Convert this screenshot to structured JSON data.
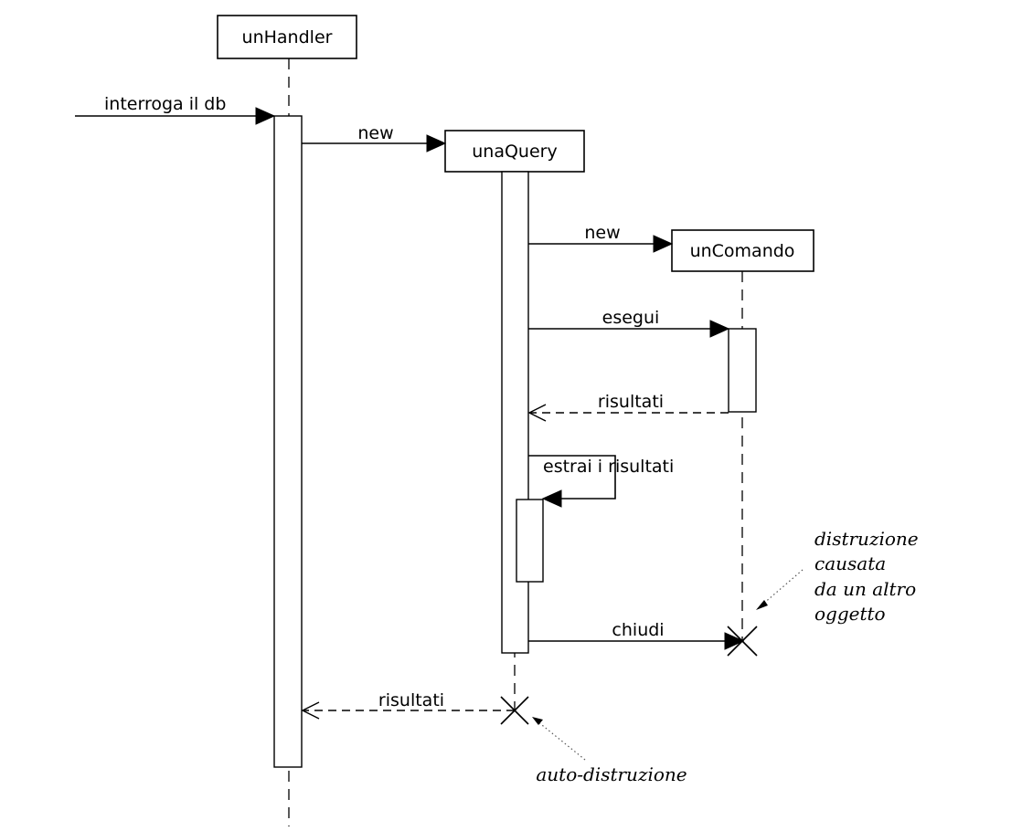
{
  "objects": {
    "handler": "unHandler",
    "query": "unaQuery",
    "command": "unComando"
  },
  "messages": {
    "interroga": "interroga il  db",
    "new_query": "new",
    "new_command": "new",
    "esegui": "esegui",
    "risultati_command": "risultati",
    "estrai": "estrai i risultati",
    "chiudi": "chiudi",
    "risultati_query": "risultati"
  },
  "notes": {
    "external_destruction": [
      "distruzione",
      "causata",
      "da un altro",
      "oggetto"
    ],
    "self_destruction": "auto-distruzione"
  }
}
